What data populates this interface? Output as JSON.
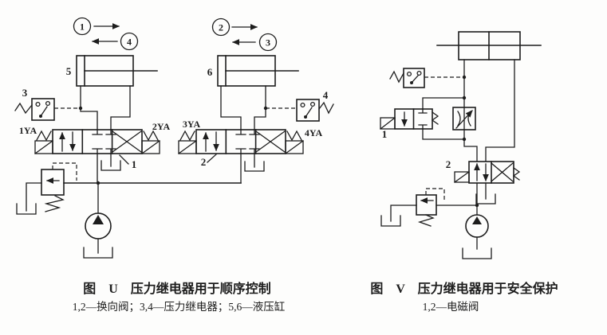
{
  "colors": {
    "ink": "#1d1d1d",
    "paper": "#fdfdfc"
  },
  "figure_u": {
    "seq": {
      "s1": "1",
      "s2": "2",
      "s3": "3",
      "s4": "4"
    },
    "labels": {
      "cyl5": "5",
      "cyl6": "6",
      "relay3": "3",
      "relay4": "4",
      "valve1": "1",
      "valve2": "2",
      "sol1": "1YA",
      "sol2": "2YA",
      "sol3": "3YA",
      "sol4": "4YA"
    },
    "caption": {
      "title": "图　U　压力继电器用于顺序控制",
      "legend": "1,2—换向阀；3,4—压力继电器；5,6—液压缸"
    }
  },
  "figure_v": {
    "labels": {
      "valve1": "1",
      "valve2": "2"
    },
    "caption": {
      "title": "图　V　压力继电器用于安全保护",
      "legend": "1,2—电磁阀"
    }
  }
}
